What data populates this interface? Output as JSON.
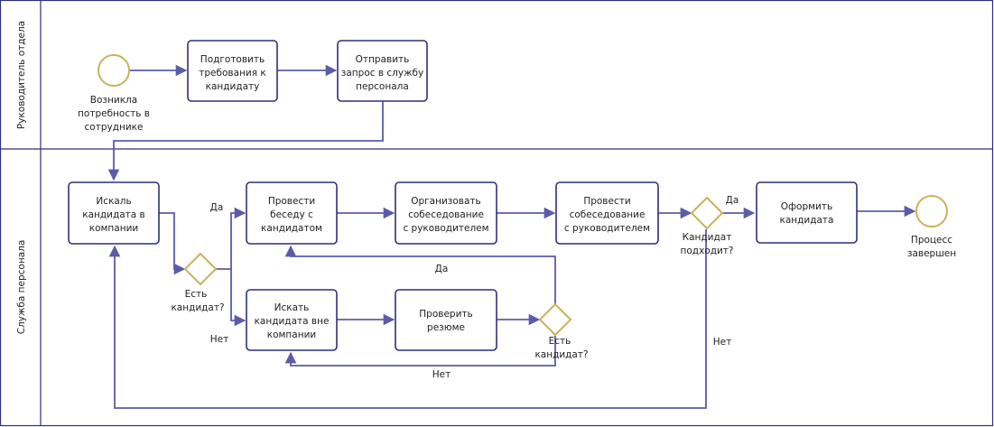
{
  "lanes": [
    {
      "label": "Руководитель отдела"
    },
    {
      "label": "Служба персонала"
    }
  ],
  "events": {
    "start": {
      "label_lines": [
        "Возникла",
        "потребность в",
        "сотруднике"
      ]
    },
    "end": {
      "label_lines": [
        "Процесс",
        "завершен"
      ]
    }
  },
  "tasks": {
    "prepare_requirements": [
      "Подготовить",
      "требования к",
      "кандидату"
    ],
    "send_request": [
      "Отправить",
      "запрос в службу",
      "персонала"
    ],
    "search_inside": [
      "Искаль",
      "кандидата в",
      "компании"
    ],
    "conversation": [
      "Провести",
      "беседу с",
      "кандидатом"
    ],
    "organize_interview": [
      "Организовать",
      "собеседование",
      "с руководителем"
    ],
    "hold_interview": [
      "Провести",
      "собеседование",
      "с руководителем"
    ],
    "hire": [
      "Оформить",
      "кандидата"
    ],
    "search_outside": [
      "Искать",
      "кандидата вне",
      "компании"
    ],
    "check_resume": [
      "Проверить",
      "резюме"
    ]
  },
  "gateways": {
    "has_candidate_1": [
      "Есть",
      "кандидат?"
    ],
    "has_candidate_2": [
      "Есть",
      "кандидат?"
    ],
    "candidate_fits": [
      "Кандидат",
      "подходит?"
    ]
  },
  "flow_labels": {
    "yes_1": "Да",
    "no_1": "Нет",
    "yes_2": "Да",
    "no_2": "Нет",
    "yes_3": "Да",
    "no_3": "Нет"
  },
  "colors": {
    "lane_border": "#2f2f7a",
    "flow": "#5b5ba8",
    "event_gateway": "#c9b25a"
  }
}
